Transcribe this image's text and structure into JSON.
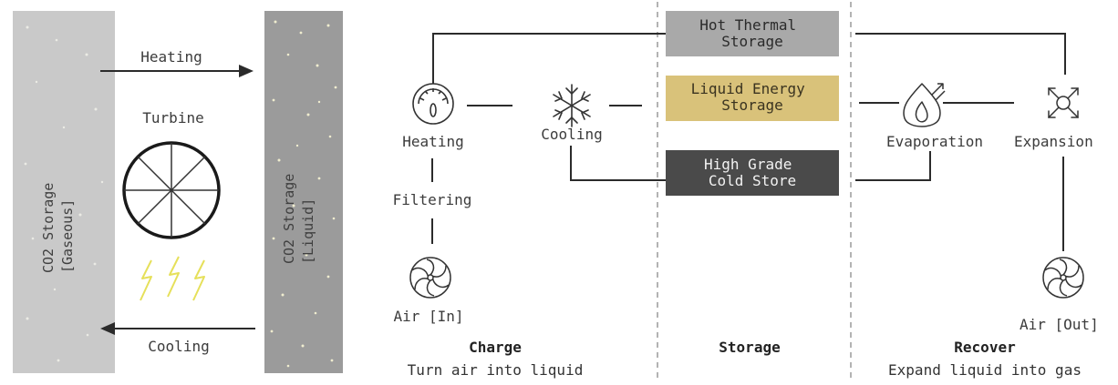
{
  "cycle": {
    "gaseous_column_label": "CO2 Storage\n[Gaseous]",
    "liquid_column_label": "CO2 Storage\n[Liquid]",
    "top_arrow_label": "Heating",
    "turbine_label": "Turbine",
    "bottom_arrow_label": "Cooling"
  },
  "charge": {
    "heating_label": "Heating",
    "cooling_label": "Cooling",
    "filtering_label": "Filtering",
    "air_in_label": "Air [In]",
    "title": "Charge",
    "subtitle": "Turn air into liquid"
  },
  "storage": {
    "hot_box_label": "Hot Thermal\nStorage",
    "liquid_box_label": "Liquid Energy\nStorage",
    "cold_box_label": "High Grade\nCold Store",
    "title": "Storage",
    "colors": {
      "hot_box": "#a9a9a9",
      "liquid_box": "#d9c27a",
      "cold_box": "#4a4a4a"
    }
  },
  "recover": {
    "evaporation_label": "Evaporation",
    "expansion_label": "Expansion",
    "air_out_label": "Air [Out]",
    "title": "Recover",
    "subtitle": "Expand liquid into gas"
  },
  "icons": {
    "gauge": "gauge-icon",
    "snowflake": "snowflake-icon",
    "fan_in": "fan-icon",
    "flame_drop": "flame-drop-icon",
    "expand": "expand-arrows-icon",
    "fan_out": "fan-icon",
    "turbine": "turbine-wheel-icon",
    "lightning": "lightning-icon"
  }
}
